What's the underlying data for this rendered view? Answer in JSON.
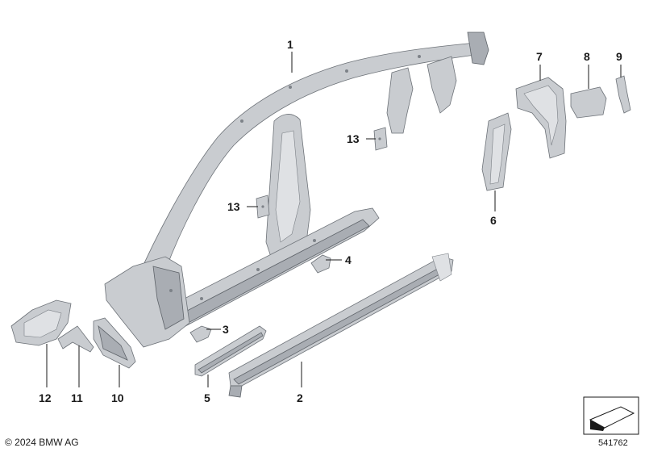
{
  "callouts": {
    "c1": "1",
    "c2": "2",
    "c3": "3",
    "c4": "4",
    "c5": "5",
    "c6": "6",
    "c7": "7",
    "c8": "8",
    "c9": "9",
    "c10": "10",
    "c11": "11",
    "c12": "12",
    "c13a": "13",
    "c13b": "13"
  },
  "footer": {
    "copyright": "© 2024 BMW AG",
    "diagram_number": "541762"
  },
  "colors": {
    "part_fill": "#c9ccd0",
    "part_stroke": "#6d7278",
    "text": "#1a1a1a"
  }
}
